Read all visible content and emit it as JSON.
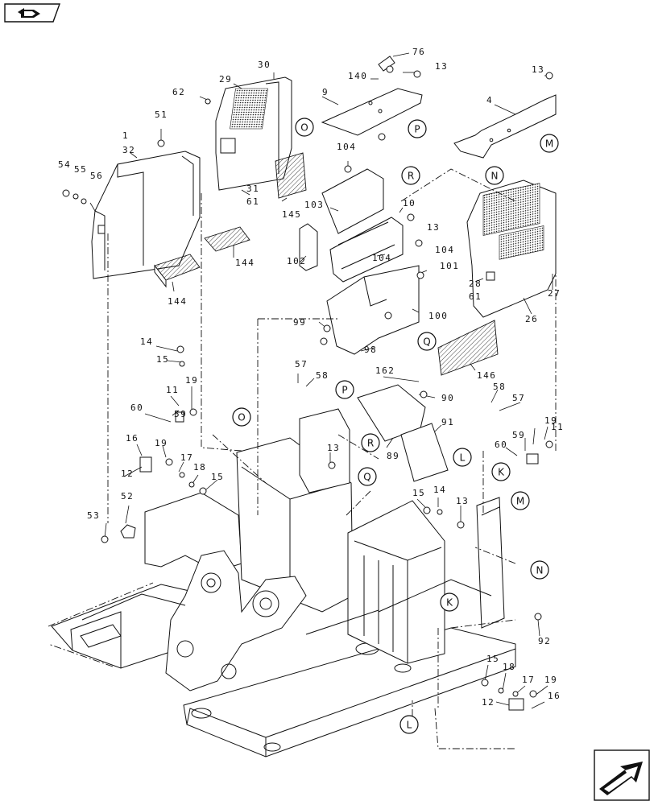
{
  "navigation": {
    "prev_icon": "book-back-icon",
    "next_icon": "next-page-arrow-icon"
  },
  "part_labels": [
    "76",
    "13",
    "140",
    "9",
    "13",
    "4",
    "62",
    "29",
    "30",
    "51",
    "1",
    "32",
    "54",
    "55",
    "56",
    "31",
    "61",
    "145",
    "104",
    "103",
    "10",
    "13",
    "104",
    "102",
    "104",
    "101",
    "28",
    "61",
    "27",
    "26",
    "144",
    "144",
    "99",
    "100",
    "98",
    "146",
    "14",
    "15",
    "162",
    "90",
    "57",
    "58",
    "89",
    "91",
    "19",
    "11",
    "60",
    "59",
    "58",
    "57",
    "11",
    "19",
    "60",
    "59",
    "16",
    "19",
    "12",
    "17",
    "18",
    "15",
    "13",
    "52",
    "53",
    "15",
    "14",
    "13",
    "92",
    "15",
    "18",
    "17",
    "19",
    "12",
    "16"
  ],
  "callouts": [
    "O",
    "P",
    "M",
    "N",
    "R",
    "Q",
    "P",
    "O",
    "R",
    "Q",
    "L",
    "K",
    "M",
    "N",
    "K",
    "L"
  ]
}
